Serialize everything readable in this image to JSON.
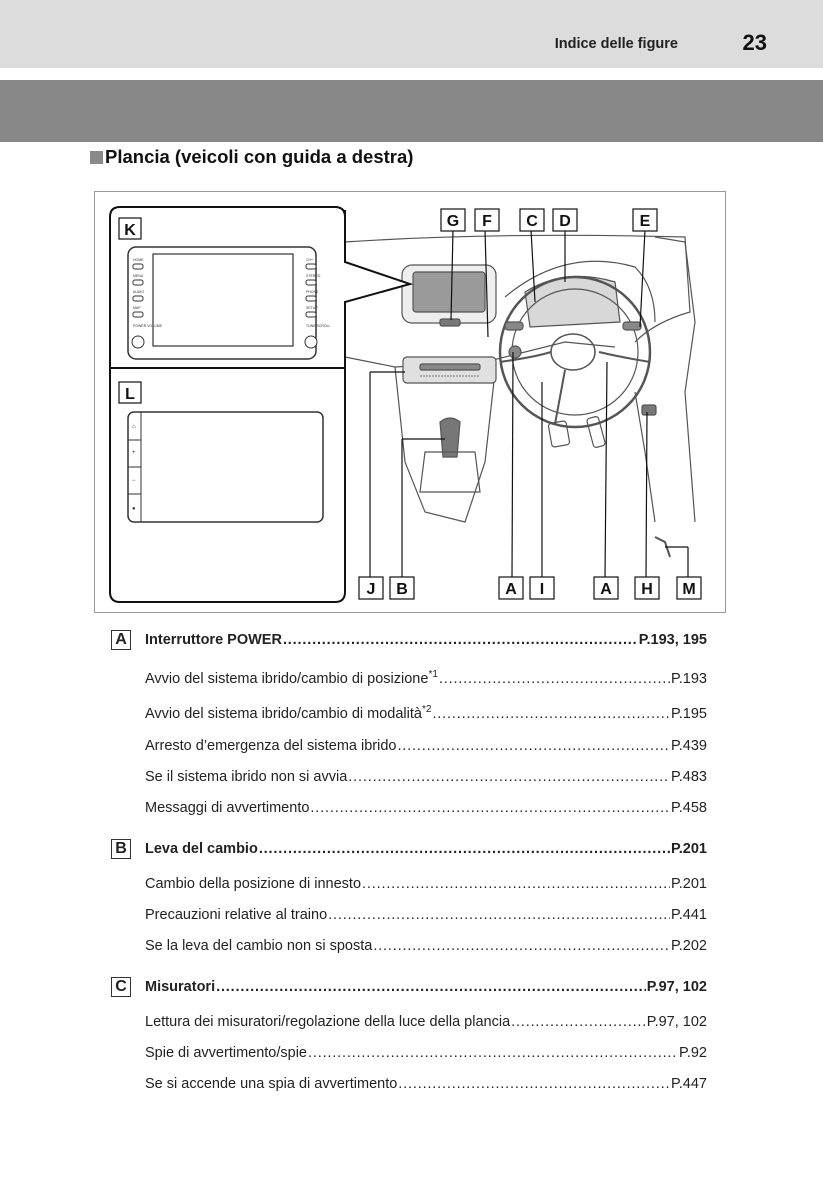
{
  "header": {
    "title": "Indice delle figure",
    "page_number": "23"
  },
  "section": {
    "title": "Plancia (veicoli con guida a destra)"
  },
  "figure": {
    "labels_top": [
      "G",
      "F",
      "C",
      "D",
      "E"
    ],
    "labels_bottom": [
      "J",
      "B",
      "A",
      "I",
      "A",
      "H",
      "M"
    ],
    "labels_inset": [
      "K",
      "L"
    ],
    "inset_k_buttons_left": [
      "HOME",
      "MENU",
      "AUDIO",
      "MAP",
      "POWER VOLUME"
    ],
    "inset_k_buttons_right": [
      "CH+",
      "STEREO",
      "PHONE",
      "SETUP",
      "TUNE SCROLL"
    ],
    "inset_l_buttons": [
      "⌂",
      "+",
      "−",
      "●"
    ]
  },
  "entries": [
    {
      "letter": "A",
      "main": true,
      "text": "Interruttore POWER",
      "sup": "",
      "page": "P.193, 195"
    },
    {
      "letter": "",
      "main": false,
      "text": "Avvio del sistema ibrido/cambio di posizione",
      "sup": "*1",
      "page": "P.193"
    },
    {
      "letter": "",
      "main": false,
      "text": "Avvio del sistema ibrido/cambio di modalità",
      "sup": "*2",
      "page": "P.195"
    },
    {
      "letter": "",
      "main": false,
      "text": "Arresto d’emergenza del sistema ibrido",
      "sup": "",
      "page": "P.439"
    },
    {
      "letter": "",
      "main": false,
      "text": "Se il sistema ibrido non si avvia",
      "sup": "",
      "page": "P.483"
    },
    {
      "letter": "",
      "main": false,
      "text": "Messaggi di avvertimento",
      "sup": "",
      "page": "P.458"
    },
    {
      "letter": "B",
      "main": true,
      "text": "Leva del cambio",
      "sup": "",
      "page": "P.201"
    },
    {
      "letter": "",
      "main": false,
      "text": "Cambio della posizione di innesto",
      "sup": "",
      "page": "P.201"
    },
    {
      "letter": "",
      "main": false,
      "text": "Precauzioni relative al traino",
      "sup": "",
      "page": "P.441"
    },
    {
      "letter": "",
      "main": false,
      "text": "Se la leva del cambio non si sposta",
      "sup": "",
      "page": "P.202"
    },
    {
      "letter": "C",
      "main": true,
      "text": "Misuratori",
      "sup": "",
      "page": "P.97, 102"
    },
    {
      "letter": "",
      "main": false,
      "text": "Lettura dei misuratori/regolazione della luce della plancia",
      "sup": "",
      "page": "P.97, 102"
    },
    {
      "letter": "",
      "main": false,
      "text": "Spie di avvertimento/spie",
      "sup": "",
      "page": "P.92"
    },
    {
      "letter": "",
      "main": false,
      "text": "Se si accende una spia di avvertimento",
      "sup": "",
      "page": "P.447"
    }
  ]
}
